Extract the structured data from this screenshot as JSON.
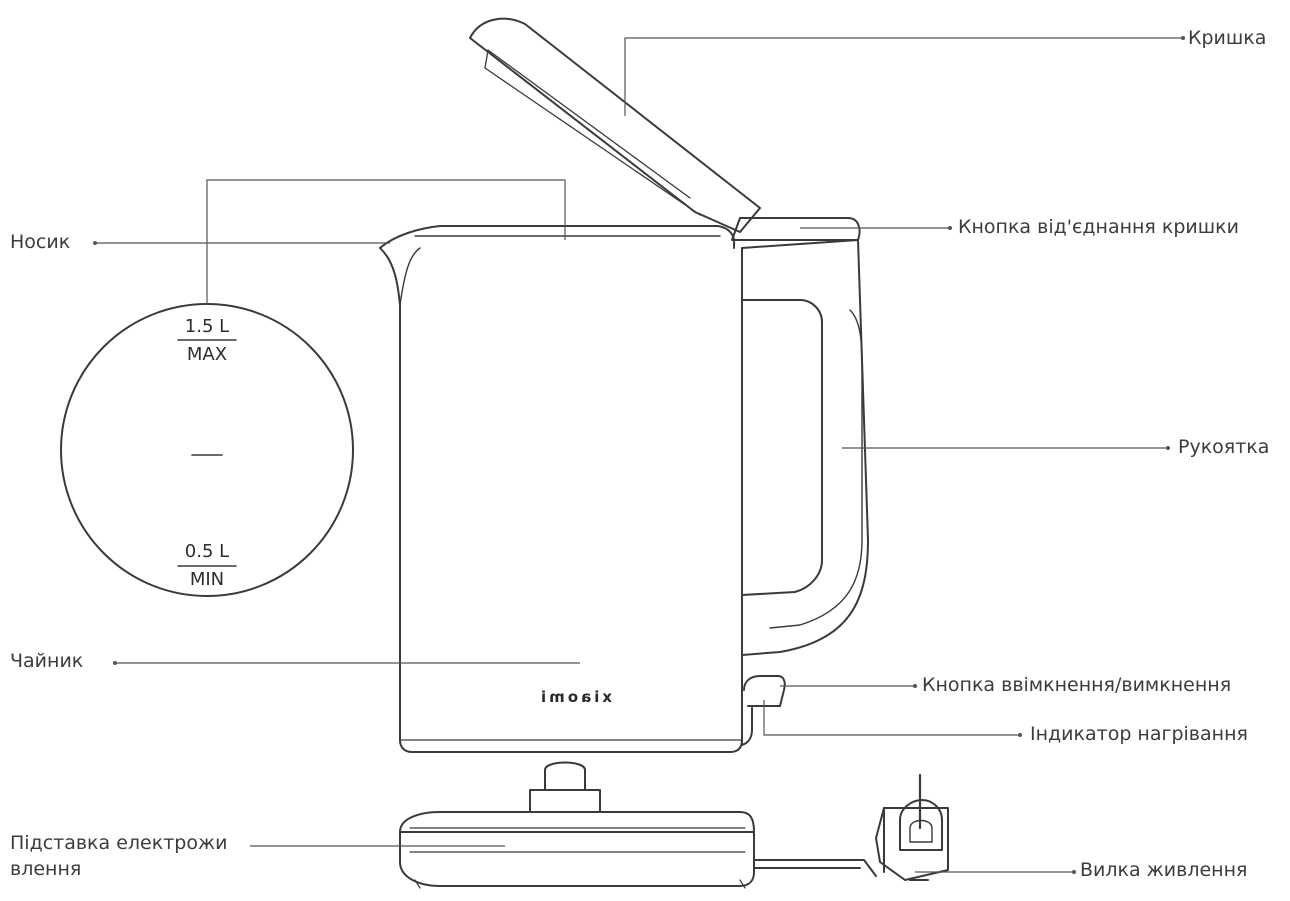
{
  "labels": {
    "lid": "Кришка",
    "lid_release_button": "Кнопка від'єднання кришки",
    "spout": "Носик",
    "handle": "Рукоятка",
    "kettle": "Чайник",
    "power_button": "Кнопка ввімкнення/вимкнення",
    "heating_indicator": "Індикатор нагрівання",
    "power_base": "Підставка електрожи влення",
    "power_plug": "Вилка живлення"
  },
  "gauge": {
    "max_volume": "1.5 L",
    "max_label": "MAX",
    "min_volume": "0.5 L",
    "min_label": "MIN"
  },
  "brand": "xiaomi",
  "colors": {
    "line": "#3a3a3a",
    "leader": "#555555",
    "text": "#3c3c3c"
  }
}
